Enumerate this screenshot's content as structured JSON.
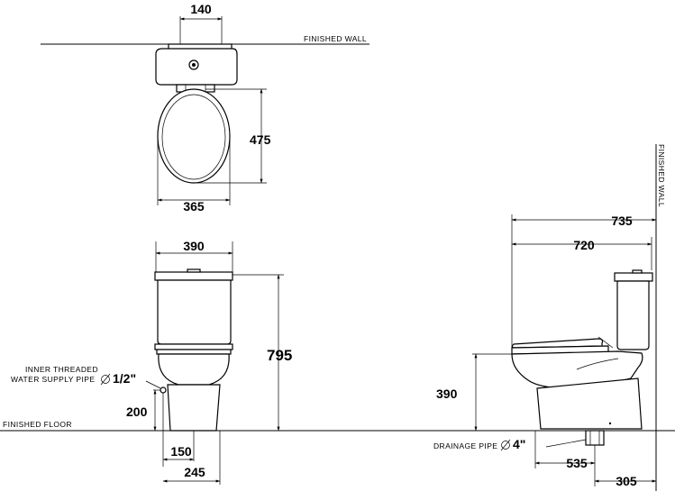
{
  "top_view": {
    "dim_width_top": "140",
    "dim_depth": "475",
    "dim_seat_width": "365",
    "wall_label": "FINISHED  WALL"
  },
  "front_view": {
    "dim_tank_width": "390",
    "dim_height": "795",
    "dim_supply_height": "200",
    "dim_outlet": "150",
    "dim_base": "245",
    "supply_label_line1": "INNER  THREADED",
    "supply_label_line2": "WATER  SUPPLY  PIPE",
    "supply_size": "1/2\"",
    "floor_label": "FINISHED  FLOOR"
  },
  "side_view": {
    "dim_overall": "735",
    "dim_body": "720",
    "dim_seat_height": "390",
    "dim_drain_offset": "535",
    "dim_wall_offset": "305",
    "drain_label": "DRAINAGE  PIPE",
    "drain_size": "4\"",
    "wall_label": "FINISHED  WALL"
  }
}
